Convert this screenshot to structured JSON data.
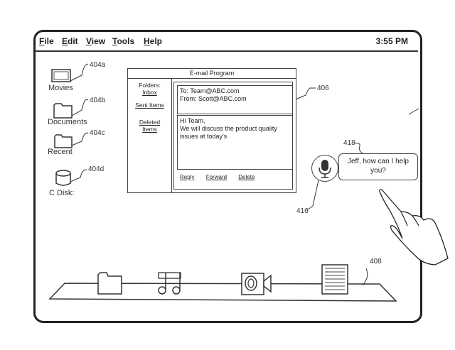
{
  "menubar": {
    "items": [
      {
        "label": "File",
        "underline": "F",
        "rest": "ile"
      },
      {
        "label": "Edit",
        "underline": "E",
        "rest": "dit"
      },
      {
        "label": "View",
        "underline": "V",
        "rest": "iew"
      },
      {
        "label": "Tools",
        "underline": "T",
        "rest": "ools"
      },
      {
        "label": "Help",
        "underline": "H",
        "rest": "elp"
      }
    ],
    "clock": "3:55 PM"
  },
  "desktop": {
    "icons": [
      {
        "label": "Movies",
        "icon": "movie-icon",
        "ref": "404a"
      },
      {
        "label": "Documents",
        "icon": "folder-icon",
        "ref": "404b"
      },
      {
        "label": "Recent",
        "icon": "folder-icon",
        "ref": "404c"
      },
      {
        "label": "C Disk:",
        "icon": "disk-icon",
        "ref": "404d"
      }
    ]
  },
  "email": {
    "title": "E-mail Program",
    "ref": "406",
    "folders_label": "Folders:",
    "folders": [
      "Inbox",
      "Sent Items",
      "Deleted",
      "Items"
    ],
    "to": "To: Team@ABC.com",
    "from": "From: Scott@ABC.com",
    "body_line1": "Hi Team,",
    "body_line2": "We will discuss the product quality",
    "body_line3": "issues at today's",
    "actions": [
      "Reply",
      "Forward",
      "Delete"
    ]
  },
  "assistant": {
    "mic_ref": "416",
    "bubble_ref": "418",
    "bubble_line1": "Jeff, how can I help",
    "bubble_line2": "you?"
  },
  "dock": {
    "ref": "408",
    "items": [
      "folder-icon",
      "music-icon",
      "camera-icon",
      "document-icon"
    ]
  }
}
